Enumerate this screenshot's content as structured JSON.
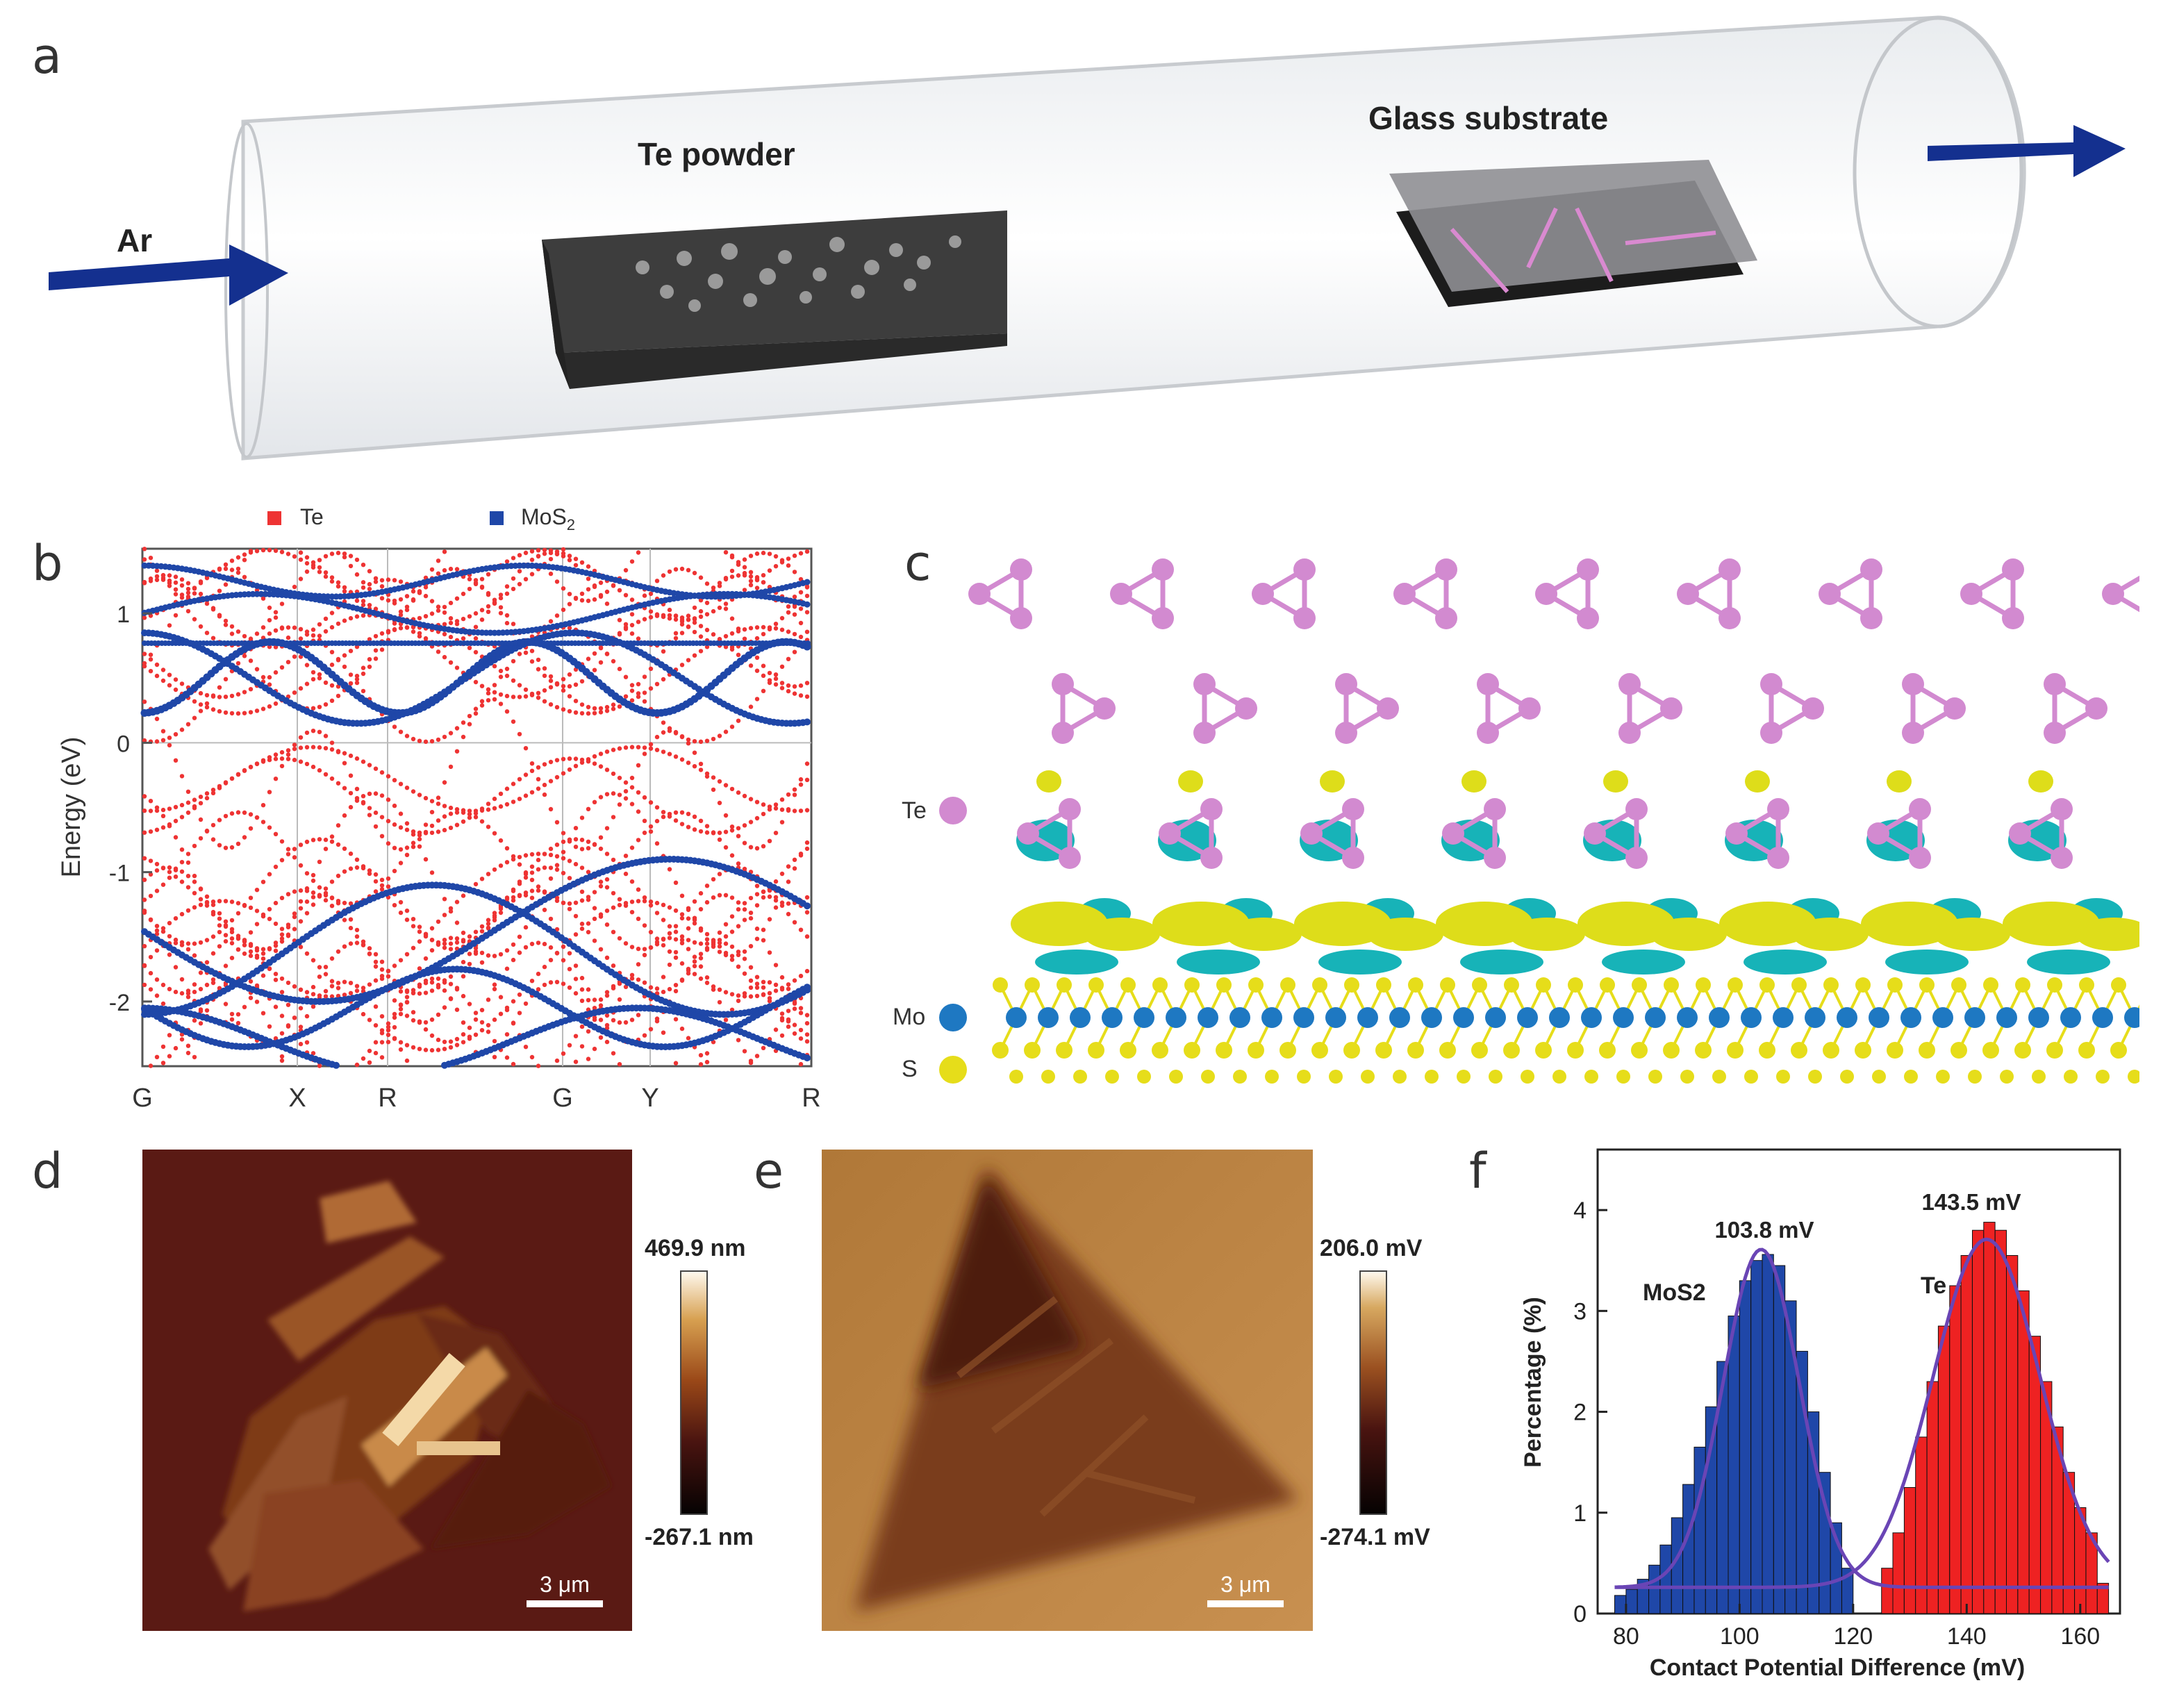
{
  "panel_labels": {
    "a": "a",
    "b": "b",
    "c": "c",
    "d": "d",
    "e": "e",
    "f": "f"
  },
  "panel_a": {
    "gas_label": "Ar",
    "source_label": "Te powder",
    "substrate_label": "Glass substrate",
    "colors": {
      "arrow": "#14308f",
      "boat": "#4a4a4a",
      "tube": "#d9dde2",
      "rod": "#d98ad0"
    }
  },
  "panel_b": {
    "legend": [
      {
        "name": "Te",
        "color": "#ee3333"
      },
      {
        "name": "MoS",
        "sub": "2",
        "color": "#1f47a8"
      }
    ],
    "ylabel": "Energy (eV)",
    "yticks": [
      "1",
      "0",
      "-1",
      "-2"
    ],
    "xticks": [
      "G",
      "X",
      "R",
      "G",
      "Y",
      "R"
    ]
  },
  "panel_c": {
    "species": [
      {
        "label": "Te",
        "color": "#d28ad0"
      },
      {
        "label": "Mo",
        "color": "#1e78c2"
      },
      {
        "label": "S",
        "color": "#e6dd1a"
      }
    ]
  },
  "panel_d": {
    "colorbar_max": "469.9 nm",
    "colorbar_min": "-267.1 nm",
    "scalebar": "3 μm"
  },
  "panel_e": {
    "colorbar_max": "206.0 mV",
    "colorbar_min": "-274.1 mV",
    "scalebar": "3 μm"
  },
  "chart_data": {
    "type": "bar",
    "xlabel": "Contact Potential Difference (mV)",
    "ylabel": "Percentage (%)",
    "xlim": [
      75,
      167
    ],
    "ylim": [
      0,
      4.6
    ],
    "xticks": [
      80,
      100,
      120,
      140,
      160
    ],
    "yticks": [
      0,
      1,
      2,
      3,
      4
    ],
    "series": [
      {
        "name": "MoS2",
        "color": "#1f47a8",
        "x": [
          79,
          81,
          83,
          85,
          87,
          89,
          91,
          93,
          95,
          97,
          99,
          101,
          103,
          105,
          107,
          109,
          111,
          113,
          115,
          117,
          119
        ],
        "values": [
          0.18,
          0.24,
          0.34,
          0.48,
          0.68,
          0.95,
          1.28,
          1.65,
          2.05,
          2.5,
          2.95,
          3.3,
          3.5,
          3.56,
          3.45,
          3.1,
          2.6,
          2.0,
          1.4,
          0.9,
          0.45
        ]
      },
      {
        "name": "Te",
        "color": "#ee2222",
        "x": [
          126,
          128,
          130,
          132,
          134,
          136,
          138,
          140,
          142,
          144,
          146,
          148,
          150,
          152,
          154,
          156,
          158,
          160,
          162,
          164
        ],
        "values": [
          0.45,
          0.8,
          1.25,
          1.75,
          2.3,
          2.85,
          3.25,
          3.55,
          3.8,
          3.88,
          3.8,
          3.55,
          3.2,
          2.75,
          2.3,
          1.85,
          1.4,
          1.05,
          0.8,
          0.3
        ]
      }
    ],
    "fits": [
      {
        "name": "MoS2",
        "peak": 103.8,
        "amp": 3.35,
        "sigma": 6.7,
        "baseline": 0.26
      },
      {
        "name": "Te",
        "peak": 143.5,
        "amp": 3.45,
        "sigma": 9.4,
        "baseline": 0.26
      }
    ],
    "annotations": [
      {
        "text": "103.8 mV"
      },
      {
        "text": "143.5 mV"
      },
      {
        "text": "MoS",
        "sub": "2"
      },
      {
        "text": "Te"
      }
    ],
    "fit_color": "#6a45b5"
  }
}
